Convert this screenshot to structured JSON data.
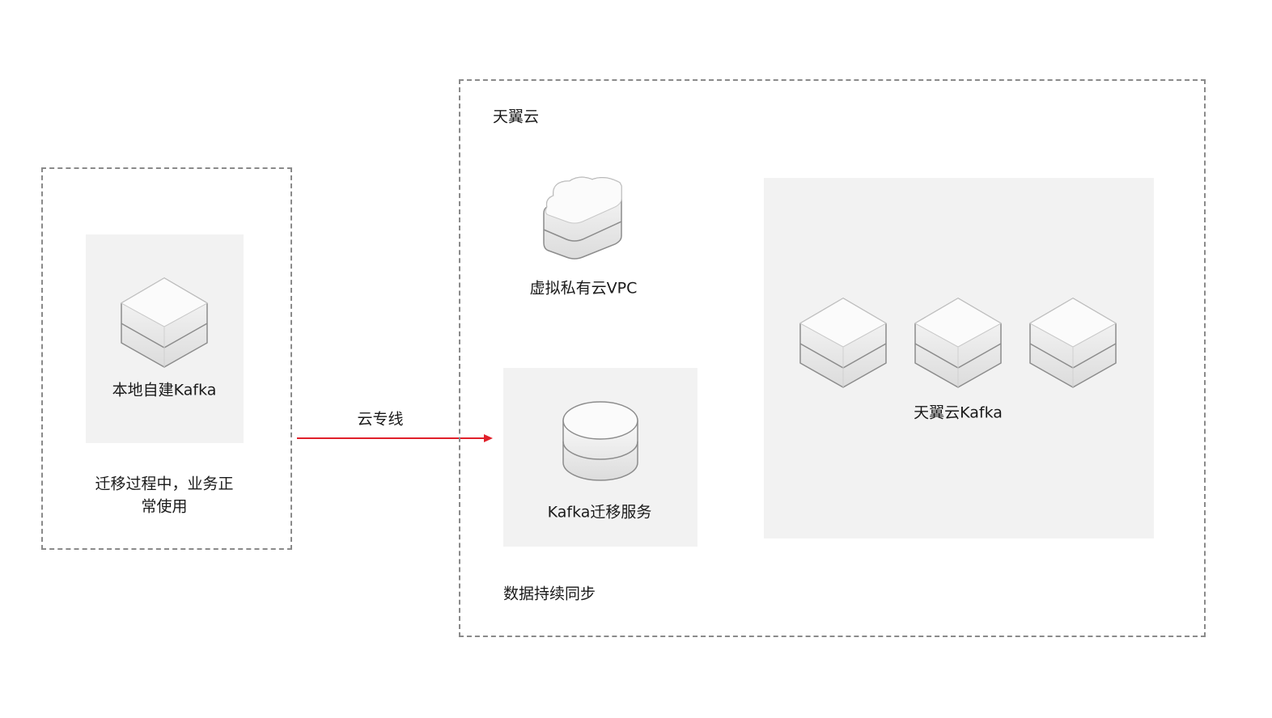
{
  "onprem": {
    "label": "本地自建Kafka",
    "note_line1": "迁移过程中，业务正",
    "note_line2": "常使用"
  },
  "link": {
    "label": "云专线",
    "color": "#e0202a"
  },
  "cloud": {
    "title": "天翼云",
    "vpc_label": "虚拟私有云VPC",
    "migration_label": "Kafka迁移服务",
    "sync_label": "数据持续同步",
    "kafka_label": "天翼云Kafka"
  }
}
